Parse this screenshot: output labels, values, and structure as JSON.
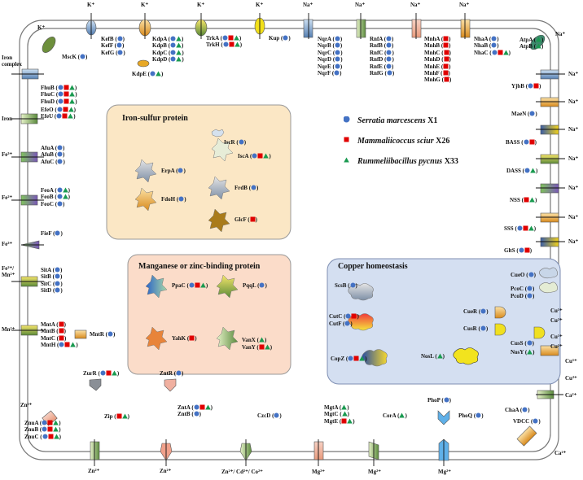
{
  "legend": [
    {
      "marker": "circle",
      "color": "#4472c4",
      "species": "Serratia marcescens",
      "strain": " X1"
    },
    {
      "marker": "square",
      "color": "#e00000",
      "species": "Mammaliicoccus sciur",
      "strain": " X26"
    },
    {
      "marker": "triangle",
      "color": "#1a9a50",
      "species": "Rummeliibacillus pycnus",
      "strain": " X33"
    }
  ],
  "boxes": {
    "iron_sulfur": {
      "title": "Iron-sulfur protein",
      "proteins": [
        {
          "label": "ErpA",
          "markers": [
            "circle"
          ]
        },
        {
          "label": "IscR",
          "markers": [
            "circle"
          ]
        },
        {
          "label": "IscA",
          "markers": [
            "circle",
            "square",
            "triangle"
          ]
        },
        {
          "label": "FdoH",
          "markers": [
            "circle"
          ]
        },
        {
          "label": "FrdB",
          "markers": [
            "circle"
          ]
        },
        {
          "label": "GlcF",
          "markers": [
            "square"
          ]
        }
      ]
    },
    "manganese_zinc": {
      "title": "Manganese or zinc-binding protein",
      "proteins": [
        {
          "label": "PpaC",
          "markers": [
            "circle",
            "square",
            "triangle"
          ]
        },
        {
          "label": "PqqL",
          "markers": [
            "circle"
          ]
        },
        {
          "label": "YahK",
          "markers": [
            "square"
          ]
        },
        {
          "label": "VanX",
          "markers": [
            "triangle"
          ]
        },
        {
          "label": "VanY",
          "markers": [
            "square",
            "triangle"
          ]
        }
      ]
    },
    "copper": {
      "title": "Copper homeostasis",
      "proteins": [
        {
          "label": "ScsB",
          "markers": [
            "circle"
          ]
        },
        {
          "label": "CutC",
          "markers": [
            "circle",
            "square"
          ]
        },
        {
          "label": "CutF",
          "markers": [
            "circle"
          ]
        },
        {
          "label": "CopZ",
          "markers": [
            "circle",
            "square",
            "triangle"
          ]
        },
        {
          "label": "CueR",
          "markers": [
            "circle"
          ]
        },
        {
          "label": "CusR",
          "markers": [
            "circle"
          ]
        },
        {
          "label": "NosL",
          "markers": [
            "triangle"
          ]
        },
        {
          "label": "CueO",
          "markers": [
            "circle"
          ]
        },
        {
          "label": "PcoC",
          "markers": [
            "circle"
          ]
        },
        {
          "label": "PcoD",
          "markers": [
            "circle"
          ]
        },
        {
          "label": "CusS",
          "markers": [
            "circle"
          ]
        },
        {
          "label": "NosY",
          "markers": [
            "triangle"
          ]
        }
      ]
    }
  },
  "ions": {
    "k": "K⁺",
    "na": "Na⁺",
    "iron_complex": "Iron complex",
    "iron": "Iron",
    "fe3": "Fe³⁺",
    "fe2": "Fe²⁺",
    "fe2mn2": "Fe²⁺/ Mn²⁺",
    "mn2": "Mn²⁺",
    "zn2": "Zn²⁺",
    "zn_cd_co": "Zn²⁺/ Cd²⁺/ Co²⁺",
    "mg2": "Mg²⁺",
    "ca2": "Ca²⁺",
    "cu1": "Cu¹⁺",
    "cu2": "Cu²⁺"
  },
  "transporters": [
    {
      "id": "kefb",
      "lines": [
        {
          "t": "KefB",
          "m": [
            "circle"
          ]
        },
        {
          "t": "KefF",
          "m": [
            "circle"
          ]
        },
        {
          "t": "KefG",
          "m": [
            "circle"
          ]
        }
      ]
    },
    {
      "id": "kdp",
      "lines": [
        {
          "t": "KdpA",
          "m": [
            "circle",
            "triangle"
          ]
        },
        {
          "t": "KdpB",
          "m": [
            "circle",
            "triangle"
          ]
        },
        {
          "t": "KdpC",
          "m": [
            "circle",
            "triangle"
          ]
        },
        {
          "t": "KdpD",
          "m": [
            "circle",
            "triangle"
          ]
        }
      ]
    },
    {
      "id": "kdpe",
      "lines": [
        {
          "t": "KdpE",
          "m": [
            "circle",
            "triangle"
          ]
        }
      ]
    },
    {
      "id": "trk",
      "lines": [
        {
          "t": "TrkA",
          "m": [
            "circle",
            "square",
            "triangle"
          ]
        },
        {
          "t": "TrkH",
          "m": [
            "circle",
            "square",
            "triangle"
          ]
        }
      ]
    },
    {
      "id": "kup",
      "lines": [
        {
          "t": "Kup",
          "m": [
            "circle"
          ]
        }
      ]
    },
    {
      "id": "nqr",
      "lines": [
        {
          "t": "NqrA",
          "m": [
            "circle"
          ]
        },
        {
          "t": "NqrB",
          "m": [
            "circle"
          ]
        },
        {
          "t": "NqrC",
          "m": [
            "circle"
          ]
        },
        {
          "t": "NqrD",
          "m": [
            "circle"
          ]
        },
        {
          "t": "NqrE",
          "m": [
            "circle"
          ]
        },
        {
          "t": "NqrF",
          "m": [
            "circle"
          ]
        }
      ]
    },
    {
      "id": "rnf",
      "lines": [
        {
          "t": "RnfA",
          "m": [
            "circle"
          ]
        },
        {
          "t": "RnfB",
          "m": [
            "circle"
          ]
        },
        {
          "t": "RnfC",
          "m": [
            "circle"
          ]
        },
        {
          "t": "RnfD",
          "m": [
            "circle"
          ]
        },
        {
          "t": "RnfE",
          "m": [
            "circle"
          ]
        },
        {
          "t": "RnfG",
          "m": [
            "circle"
          ]
        }
      ]
    },
    {
      "id": "mnh",
      "lines": [
        {
          "t": "MnhA",
          "m": [
            "square"
          ]
        },
        {
          "t": "MnhB",
          "m": [
            "square"
          ]
        },
        {
          "t": "MnhC",
          "m": [
            "square"
          ]
        },
        {
          "t": "MnhD",
          "m": [
            "square"
          ]
        },
        {
          "t": "MnhE",
          "m": [
            "square"
          ]
        },
        {
          "t": "MnhF",
          "m": [
            "square"
          ]
        },
        {
          "t": "MnhG",
          "m": [
            "square"
          ]
        }
      ]
    },
    {
      "id": "nha",
      "lines": [
        {
          "t": "NhaA",
          "m": [
            "circle"
          ]
        },
        {
          "t": "NhaB",
          "m": [
            "circle"
          ]
        },
        {
          "t": "NhaC",
          "m": [
            "circle",
            "square",
            "triangle"
          ]
        }
      ]
    },
    {
      "id": "atp",
      "lines": [
        {
          "t": "AtpA",
          "m": [
            "triangle"
          ]
        },
        {
          "t": "AtpB",
          "m": [
            "triangle"
          ]
        }
      ]
    },
    {
      "id": "msck",
      "lines": [
        {
          "t": "MscK",
          "m": [
            "circle"
          ]
        }
      ]
    },
    {
      "id": "fhu",
      "lines": [
        {
          "t": "FhuB",
          "m": [
            "circle",
            "square",
            "triangle"
          ]
        },
        {
          "t": "FhuC",
          "m": [
            "circle",
            "square",
            "triangle"
          ]
        },
        {
          "t": "FhuD",
          "m": [
            "circle",
            "square",
            "triangle"
          ]
        }
      ]
    },
    {
      "id": "efe",
      "lines": [
        {
          "t": "EfeO",
          "m": [
            "circle",
            "square",
            "triangle"
          ]
        },
        {
          "t": "EfeU",
          "m": [
            "circle",
            "square",
            "triangle"
          ]
        }
      ]
    },
    {
      "id": "afu",
      "lines": [
        {
          "t": "AfuA",
          "m": [
            "circle"
          ]
        },
        {
          "t": "AfuB",
          "m": [
            "circle"
          ]
        },
        {
          "t": "AfuC",
          "m": [
            "circle"
          ]
        }
      ]
    },
    {
      "id": "feo",
      "lines": [
        {
          "t": "FeoA",
          "m": [
            "circle",
            "triangle"
          ]
        },
        {
          "t": "FeoB",
          "m": [
            "circle",
            "triangle"
          ]
        },
        {
          "t": "FeoC",
          "m": [
            "circle"
          ]
        }
      ]
    },
    {
      "id": "fief",
      "lines": [
        {
          "t": "FieF",
          "m": [
            "circle"
          ]
        }
      ]
    },
    {
      "id": "sit",
      "lines": [
        {
          "t": "SitA",
          "m": [
            "circle"
          ]
        },
        {
          "t": "SitB",
          "m": [
            "circle"
          ]
        },
        {
          "t": "SitC",
          "m": [
            "circle"
          ]
        },
        {
          "t": "SitD",
          "m": [
            "circle"
          ]
        }
      ]
    },
    {
      "id": "mnt",
      "lines": [
        {
          "t": "MntA",
          "m": [
            "square"
          ]
        },
        {
          "t": "MntB",
          "m": [
            "square"
          ]
        },
        {
          "t": "MntC",
          "m": [
            "square"
          ]
        },
        {
          "t": "MntH",
          "m": [
            "circle",
            "square",
            "triangle"
          ]
        }
      ]
    },
    {
      "id": "mntr",
      "lines": [
        {
          "t": "MntR",
          "m": [
            "circle"
          ]
        }
      ]
    },
    {
      "id": "znu",
      "lines": [
        {
          "t": "ZnuA",
          "m": [
            "circle",
            "square",
            "triangle"
          ]
        },
        {
          "t": "ZnuB",
          "m": [
            "circle",
            "square",
            "triangle"
          ]
        },
        {
          "t": "ZnuC",
          "m": [
            "circle",
            "square",
            "triangle"
          ]
        }
      ]
    },
    {
      "id": "zurr",
      "lines": [
        {
          "t": "ZurR",
          "m": [
            "circle",
            "square",
            "triangle"
          ]
        }
      ]
    },
    {
      "id": "zip",
      "lines": [
        {
          "t": "Zip",
          "m": [
            "square",
            "triangle"
          ]
        }
      ]
    },
    {
      "id": "zntr",
      "lines": [
        {
          "t": "ZntR",
          "m": [
            "circle"
          ]
        }
      ]
    },
    {
      "id": "znt",
      "lines": [
        {
          "t": "ZntA",
          "m": [
            "circle",
            "square",
            "triangle"
          ]
        },
        {
          "t": "ZntB",
          "m": [
            "circle"
          ]
        }
      ]
    },
    {
      "id": "czcd",
      "lines": [
        {
          "t": "CzcD",
          "m": [
            "circle"
          ]
        }
      ]
    },
    {
      "id": "mgt",
      "lines": [
        {
          "t": "MgtA",
          "m": [
            "triangle"
          ]
        },
        {
          "t": "MgtC",
          "m": [
            "triangle"
          ]
        },
        {
          "t": "MgtE",
          "m": [
            "square",
            "triangle"
          ]
        }
      ]
    },
    {
      "id": "cora",
      "lines": [
        {
          "t": "CorA",
          "m": [
            "triangle"
          ]
        }
      ]
    },
    {
      "id": "phop",
      "lines": [
        {
          "t": "PhoP",
          "m": [
            "circle"
          ]
        }
      ]
    },
    {
      "id": "phoq",
      "lines": [
        {
          "t": "PhoQ",
          "m": [
            "circle"
          ]
        }
      ]
    },
    {
      "id": "chaa",
      "lines": [
        {
          "t": "ChaA",
          "m": [
            "circle"
          ]
        }
      ]
    },
    {
      "id": "vdcc",
      "lines": [
        {
          "t": "VDCC",
          "m": [
            "circle"
          ]
        }
      ]
    },
    {
      "id": "yjbb",
      "lines": [
        {
          "t": "YjbB",
          "m": [
            "circle",
            "square"
          ]
        }
      ]
    },
    {
      "id": "maen",
      "lines": [
        {
          "t": "MaeN",
          "m": [
            "circle"
          ]
        }
      ]
    },
    {
      "id": "bass",
      "lines": [
        {
          "t": "BASS",
          "m": [
            "circle",
            "square"
          ]
        }
      ]
    },
    {
      "id": "dass",
      "lines": [
        {
          "t": "DASS",
          "m": [
            "circle",
            "triangle"
          ]
        }
      ]
    },
    {
      "id": "nss",
      "lines": [
        {
          "t": "NSS",
          "m": [
            "square",
            "triangle"
          ]
        }
      ]
    },
    {
      "id": "sss",
      "lines": [
        {
          "t": "SSS",
          "m": [
            "circle",
            "square",
            "triangle"
          ]
        }
      ]
    },
    {
      "id": "glts",
      "lines": [
        {
          "t": "GltS",
          "m": [
            "circle",
            "square"
          ]
        }
      ]
    }
  ]
}
